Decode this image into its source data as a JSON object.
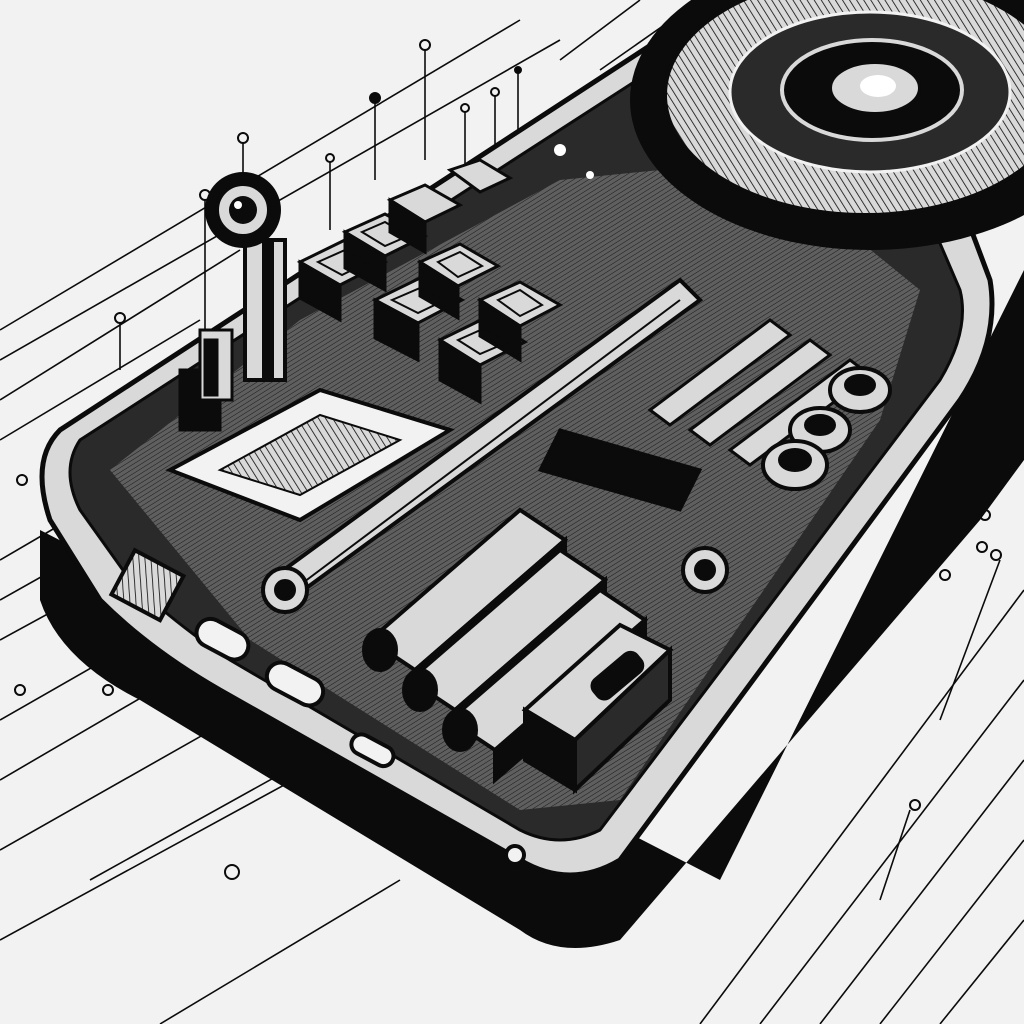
{
  "illustration": {
    "kind": "ink-drawing",
    "subject": "smartphone-interior",
    "palette": {
      "paper": "#f2f2f2",
      "ink": "#0b0b0b",
      "board": "#2a2a2a",
      "metal": "#d9d9d9",
      "mid": "#8a8a8a",
      "highlight": "#ffffff"
    },
    "components": [
      "circuit-pin-lines",
      "shadow",
      "phone-shell",
      "chip-grid",
      "speaker",
      "camera-lens",
      "battery-pack",
      "sim-slot",
      "connector-ports"
    ]
  }
}
